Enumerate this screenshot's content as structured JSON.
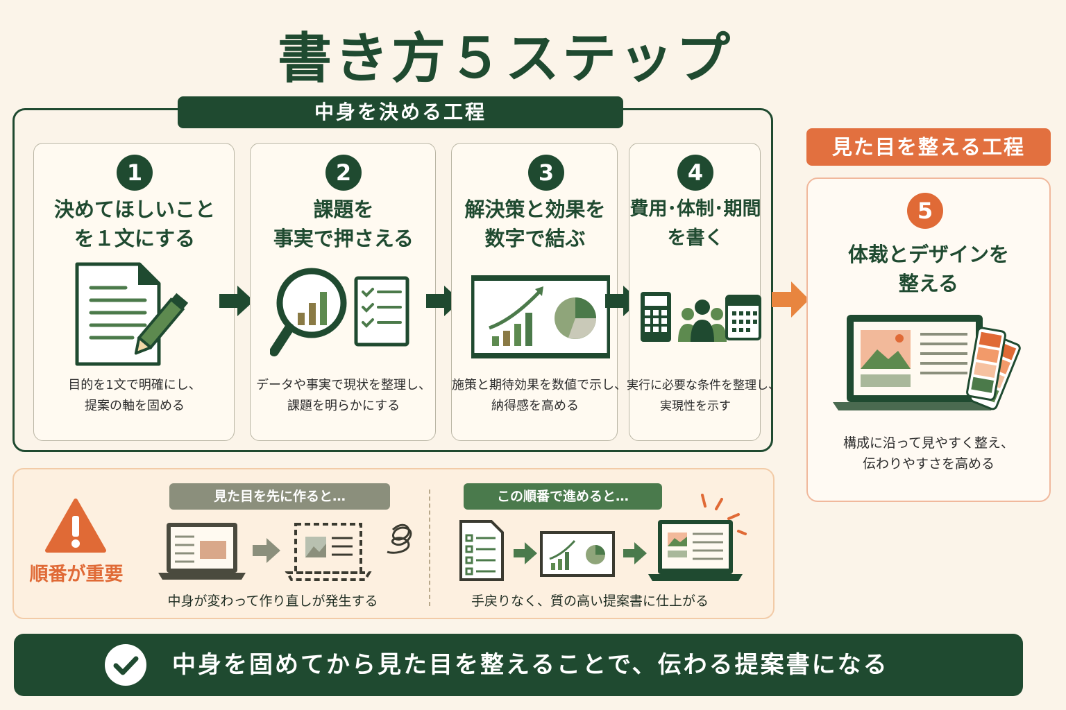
{
  "title": "書き方５ステップ",
  "content_phase": {
    "label": "中身を決める工程"
  },
  "design_phase": {
    "label": "見た目を整える工程"
  },
  "steps": [
    {
      "number": "1",
      "title_line1": "決めてほしいこと",
      "title_line2": "を１文にする",
      "desc_line1": "目的を1文で明確にし、",
      "desc_line2": "提案の軸を固める",
      "icon": "document-pencil-icon"
    },
    {
      "number": "2",
      "title_line1": "課題を",
      "title_line2": "事実で押さえる",
      "desc_line1": "データや事実で現状を整理し、",
      "desc_line2": "課題を明らかにする",
      "icon": "magnifier-checklist-icon"
    },
    {
      "number": "3",
      "title_line1": "解決策と効果を",
      "title_line2": "数字で結ぶ",
      "desc_line1": "施策と期待効果を数値で示し、",
      "desc_line2": "納得感を高める",
      "icon": "presentation-chart-icon"
    },
    {
      "number": "4",
      "title_line1": "費用･体制･期間",
      "title_line2": "を書く",
      "desc_line1": "実行に必要な条件を整理し、",
      "desc_line2": "実現性を示す",
      "icon": "calculator-team-calendar-icon"
    },
    {
      "number": "5",
      "title_line1": "体裁とデザインを",
      "title_line2": "整える",
      "desc_line1": "構成に沿って見やすく整え、",
      "desc_line2": "伝わりやすさを高める",
      "icon": "laptop-palette-icon"
    }
  ],
  "warning": {
    "label": "順番が重要",
    "bad_tag": "見た目を先に作ると…",
    "bad_caption": "中身が変わって作り直しが発生する",
    "good_tag": "この順番で進めると…",
    "good_caption": "手戻りなく、質の高い提案書に仕上がる"
  },
  "conclusion": "中身を固めてから見た目を整えることで、伝わる提案書になる",
  "colors": {
    "primary_green": "#1f4a30",
    "accent_orange": "#e2703f",
    "background": "#fbf4e9"
  }
}
